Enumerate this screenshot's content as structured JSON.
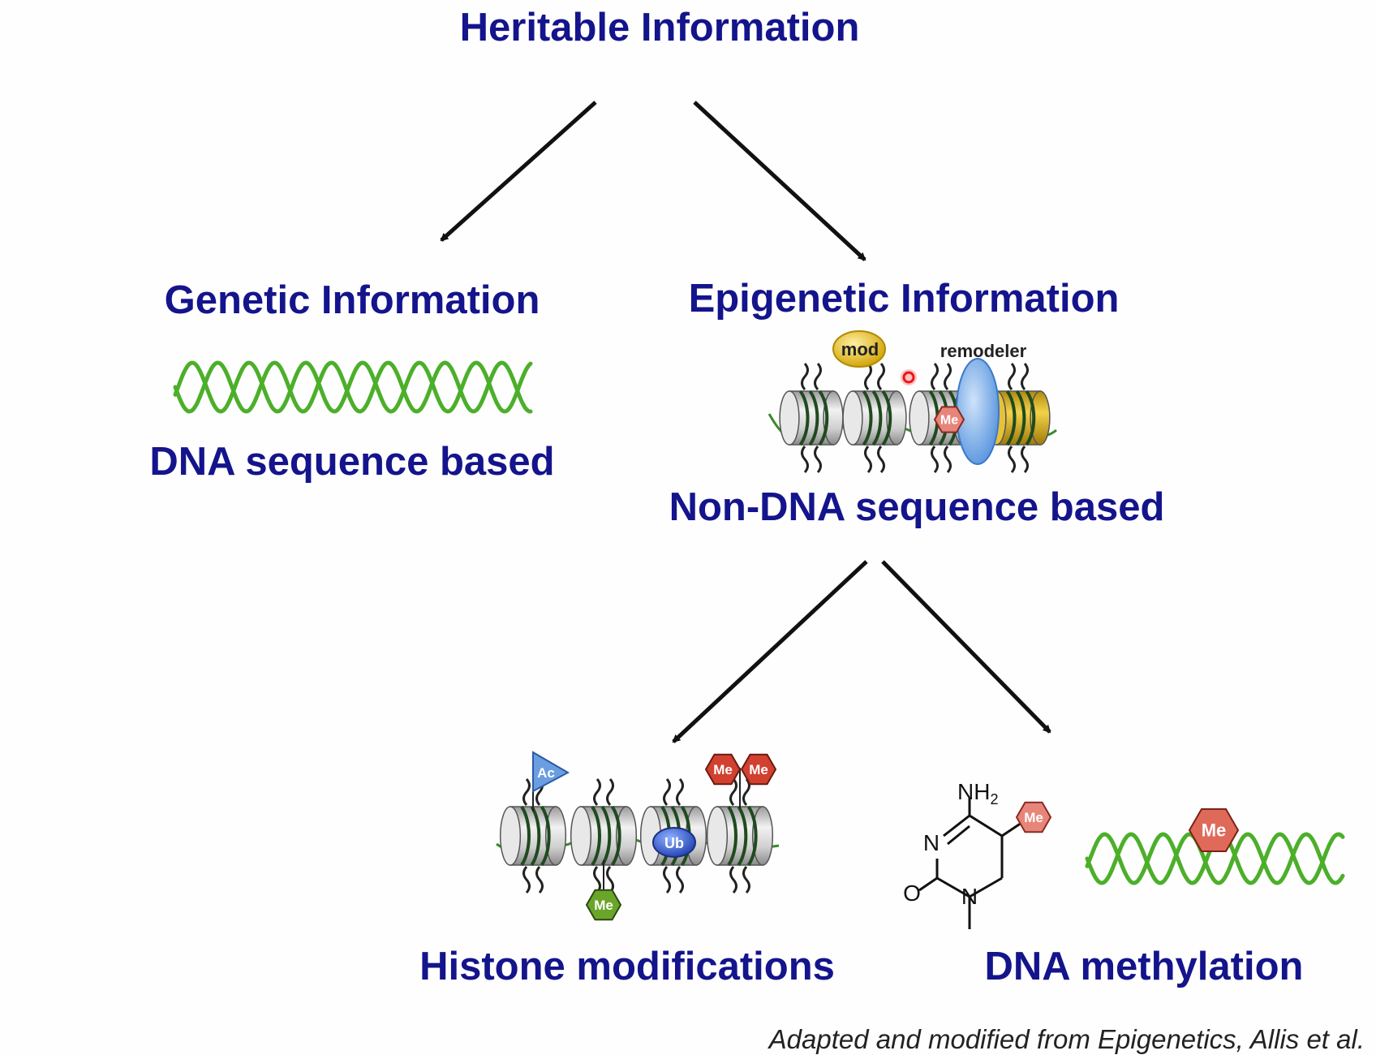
{
  "title": "Heritable Information",
  "branches": {
    "genetic": {
      "heading": "Genetic Information",
      "subheading": "DNA sequence based"
    },
    "epigenetic": {
      "heading": "Epigenetic Information",
      "subheading": "Non-DNA sequence based"
    }
  },
  "epigenetic_types": {
    "histone": "Histone modifications",
    "dna_methylation": "DNA methylation"
  },
  "figure_labels": {
    "mod": "mod",
    "remodeler": "remodeler",
    "me": "Me",
    "ac": "Ac",
    "ub": "Ub",
    "nh2_main": "NH",
    "nh2_sub": "2",
    "n": "N",
    "o": "O"
  },
  "caption": "Adapted and modified from Epigenetics, Allis et al.",
  "colors": {
    "heading": "#14148c",
    "dna_green": "#4caf2a",
    "dna_dark": "#1f4a1f",
    "me_red": "#d24030",
    "me_green": "#6aa52a",
    "ac_blue": "#5a8fd8",
    "ub_blue": "#2a52c8",
    "mod_yellow": "#e8c21a",
    "remodeler_blue": "#7fb0e6",
    "arrow": "#111111"
  }
}
